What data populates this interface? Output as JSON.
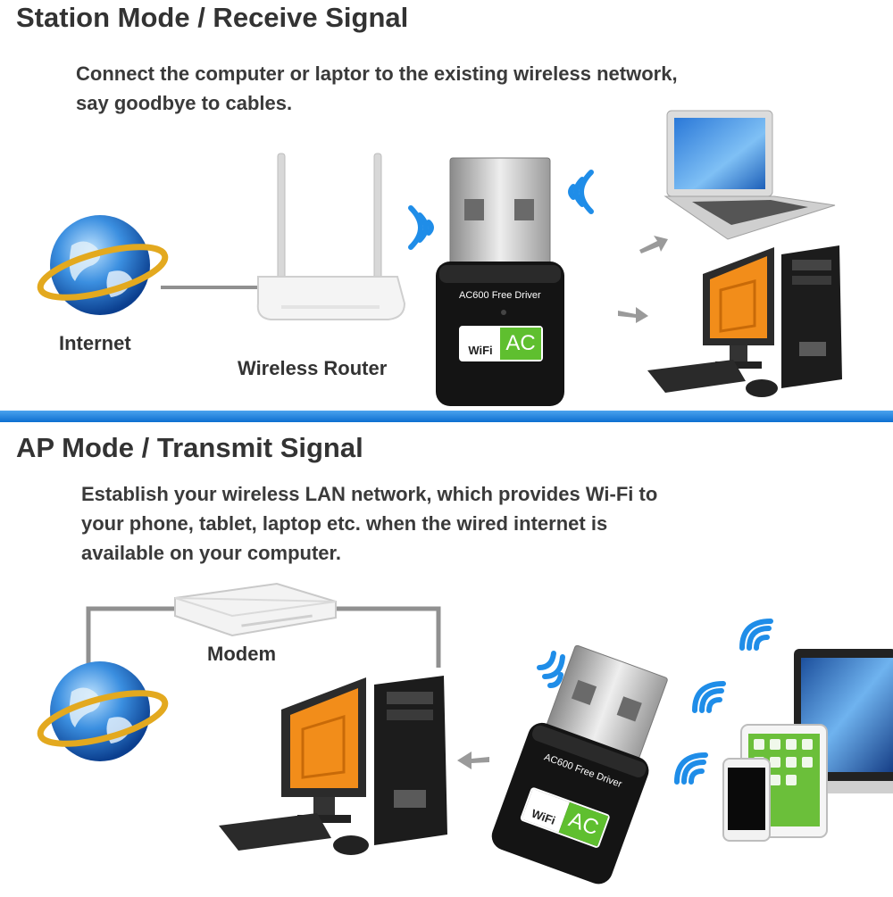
{
  "station": {
    "title": "Station Mode / Receive Signal",
    "description_line1": "Connect the computer or laptor to the existing wireless network,",
    "description_line2": "say goodbye to cables.",
    "internet_label": "Internet",
    "router_label": "Wireless Router"
  },
  "adapter": {
    "model_text": "AC600 Free Driver",
    "wifi_text": "WiFi",
    "ac_text": "AC"
  },
  "ap": {
    "title": "AP Mode / Transmit Signal",
    "description_line1": "Establish your wireless LAN network, which provides Wi-Fi to",
    "description_line2": "your phone, tablet, laptop etc. when the wired internet is",
    "description_line3": "available on your computer.",
    "modem_label": "Modem"
  },
  "colors": {
    "divider": "#1a7fe0",
    "signal": "#1f8de8",
    "ac_green": "#5fbf2f"
  }
}
